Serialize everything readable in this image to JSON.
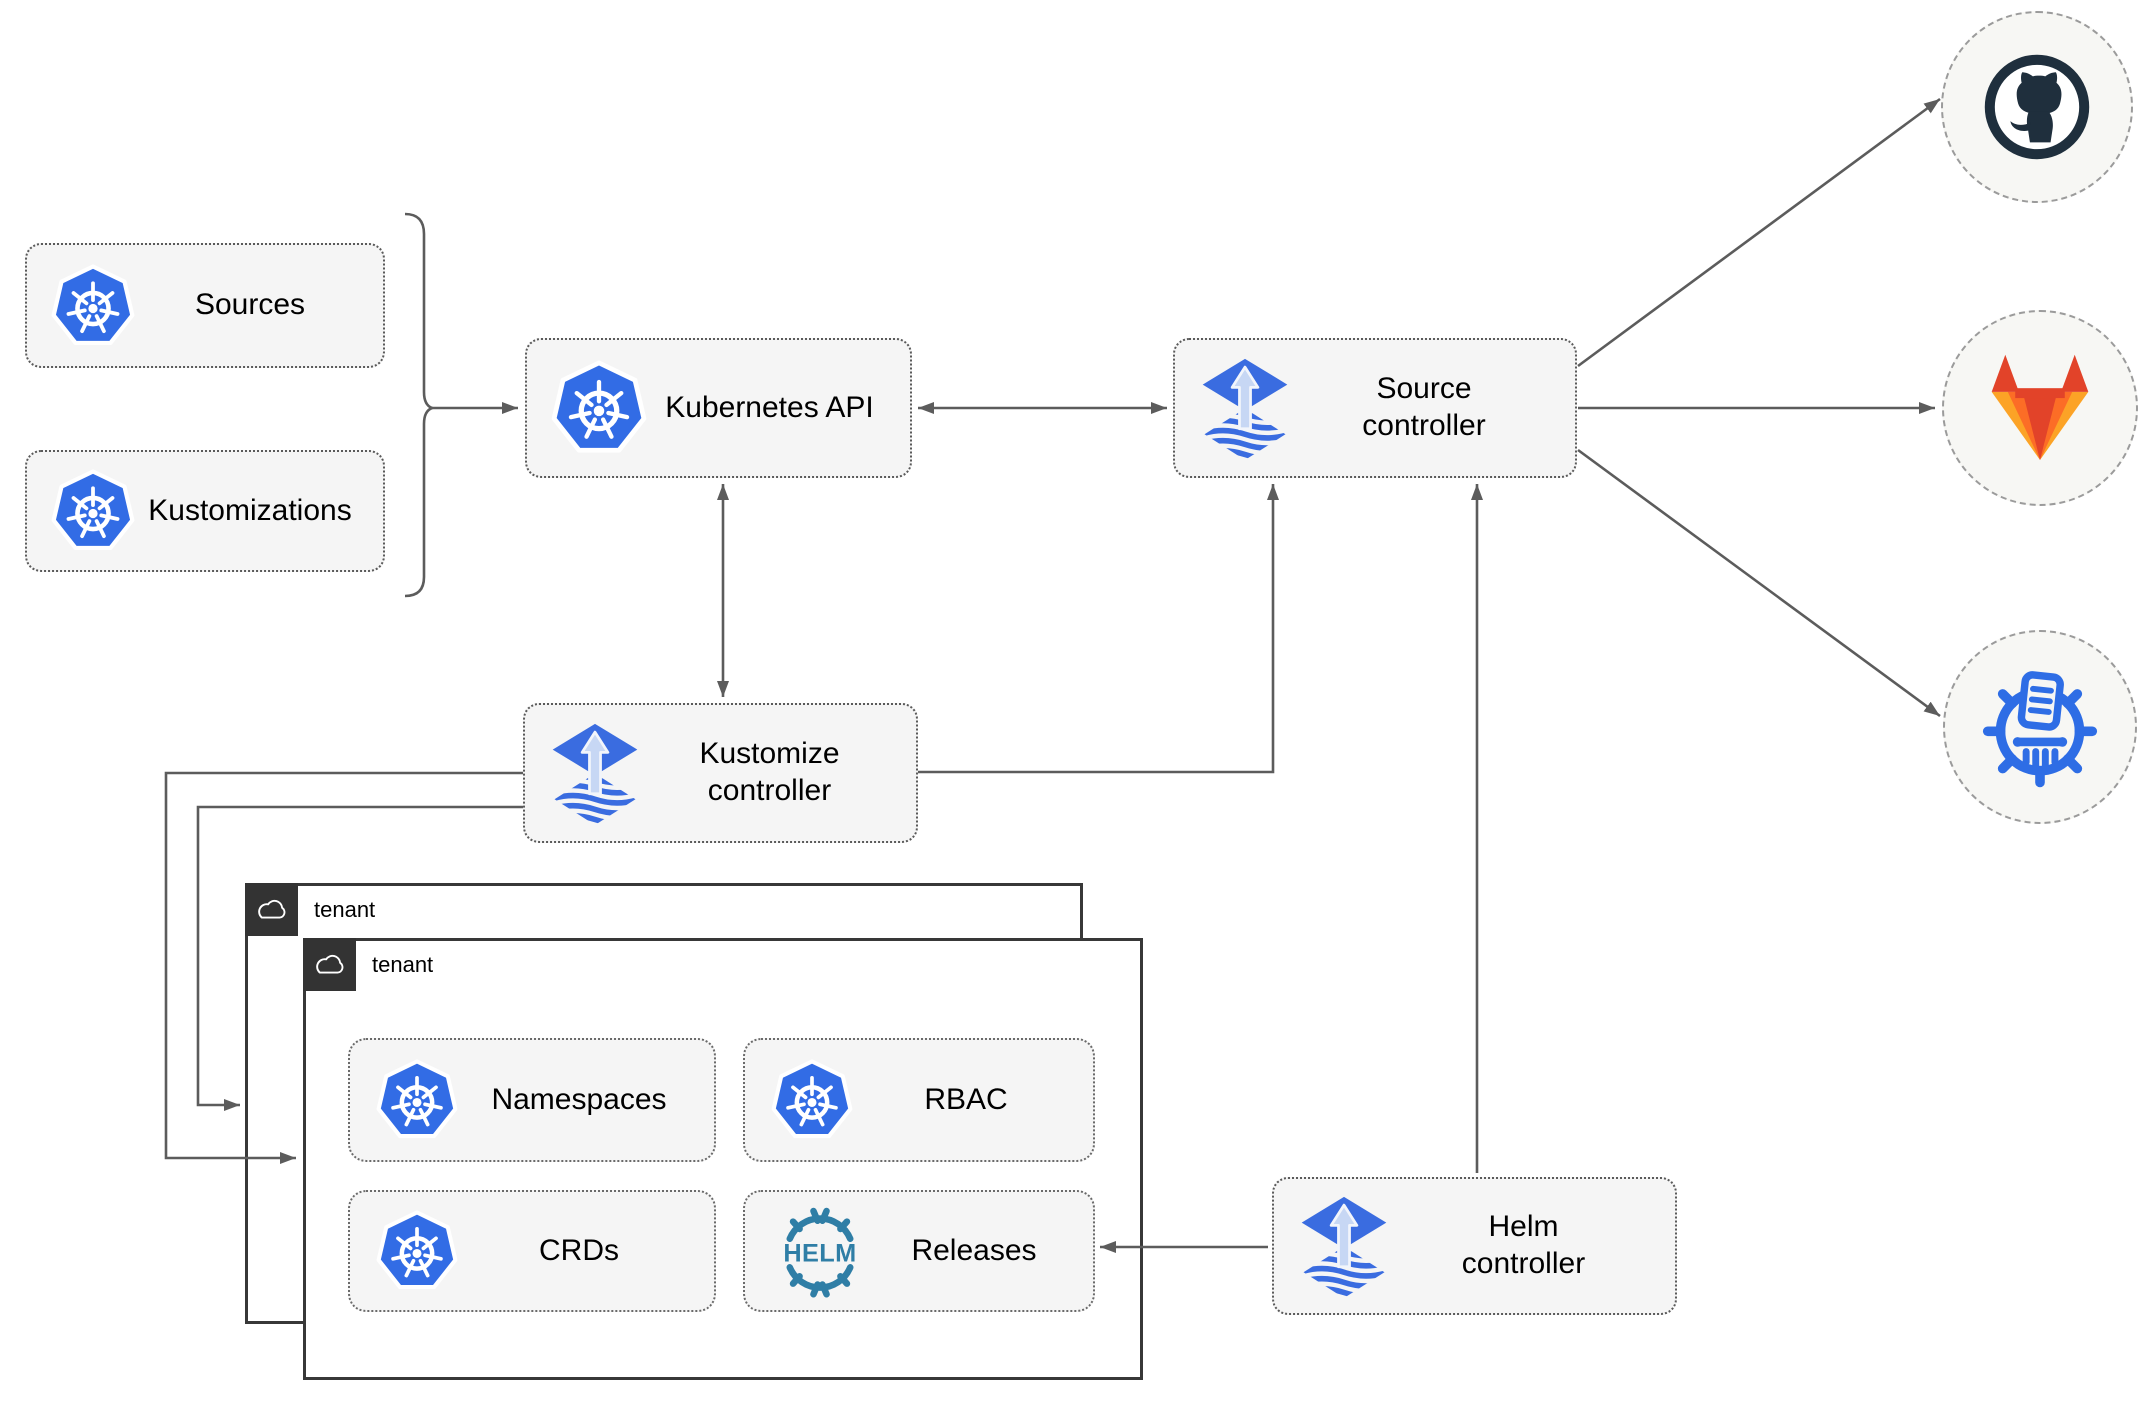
{
  "nodes": {
    "sources": "Sources",
    "kustomizations": "Kustomizations",
    "kubernetes_api": "Kubernetes API",
    "source_controller": "Source controller",
    "kustomize_controller": "Kustomize controller",
    "helm_controller": "Helm controller",
    "namespaces": "Namespaces",
    "rbac": "RBAC",
    "crds": "CRDs",
    "releases": "Releases"
  },
  "tenants": {
    "back": "tenant",
    "front": "tenant"
  },
  "helm_logo": "HELM",
  "endpoints": [
    {
      "name": "github"
    },
    {
      "name": "gitlab"
    },
    {
      "name": "container-registry"
    }
  ],
  "connections": [
    {
      "from": "sources-and-kustomizations",
      "to": "kubernetes-api",
      "style": "arrow"
    },
    {
      "from": "kubernetes-api",
      "to": "source-controller",
      "style": "double-arrow"
    },
    {
      "from": "kubernetes-api",
      "to": "kustomize-controller",
      "style": "double-arrow"
    },
    {
      "from": "kustomize-controller",
      "to": "source-controller",
      "style": "arrow"
    },
    {
      "from": "kustomize-controller",
      "to": "tenant-back",
      "style": "arrow"
    },
    {
      "from": "kustomize-controller",
      "to": "tenant-front",
      "style": "arrow"
    },
    {
      "from": "helm-controller",
      "to": "source-controller",
      "style": "arrow"
    },
    {
      "from": "helm-controller",
      "to": "releases",
      "style": "arrow"
    },
    {
      "from": "source-controller",
      "to": "github",
      "style": "arrow"
    },
    {
      "from": "source-controller",
      "to": "gitlab",
      "style": "arrow"
    },
    {
      "from": "source-controller",
      "to": "container-registry",
      "style": "arrow"
    }
  ],
  "icons": {
    "kubernetes": "kubernetes-wheel",
    "flux": "flux-diamond-arrow",
    "helm": "helm-wheel",
    "cloud": "cloud-outline",
    "github": "github-octocat",
    "gitlab": "gitlab-tanuki",
    "registry": "container-registry-wheel"
  },
  "colors": {
    "kubernetes_blue": "#326ce5",
    "flux_blue": "#3a6ce0",
    "flux_arrow_light": "#c7d7f4",
    "helm_teal": "#2f7ea6",
    "github_dark": "#1f2f3d",
    "gitlab_dark_orange": "#e24329",
    "gitlab_orange": "#fc6d26",
    "gitlab_light_orange": "#fca326",
    "registry_blue": "#2e6de5",
    "connector_gray": "#5c5c5c",
    "node_fill": "#f5f5f5",
    "tenant_corner": "#333333"
  }
}
